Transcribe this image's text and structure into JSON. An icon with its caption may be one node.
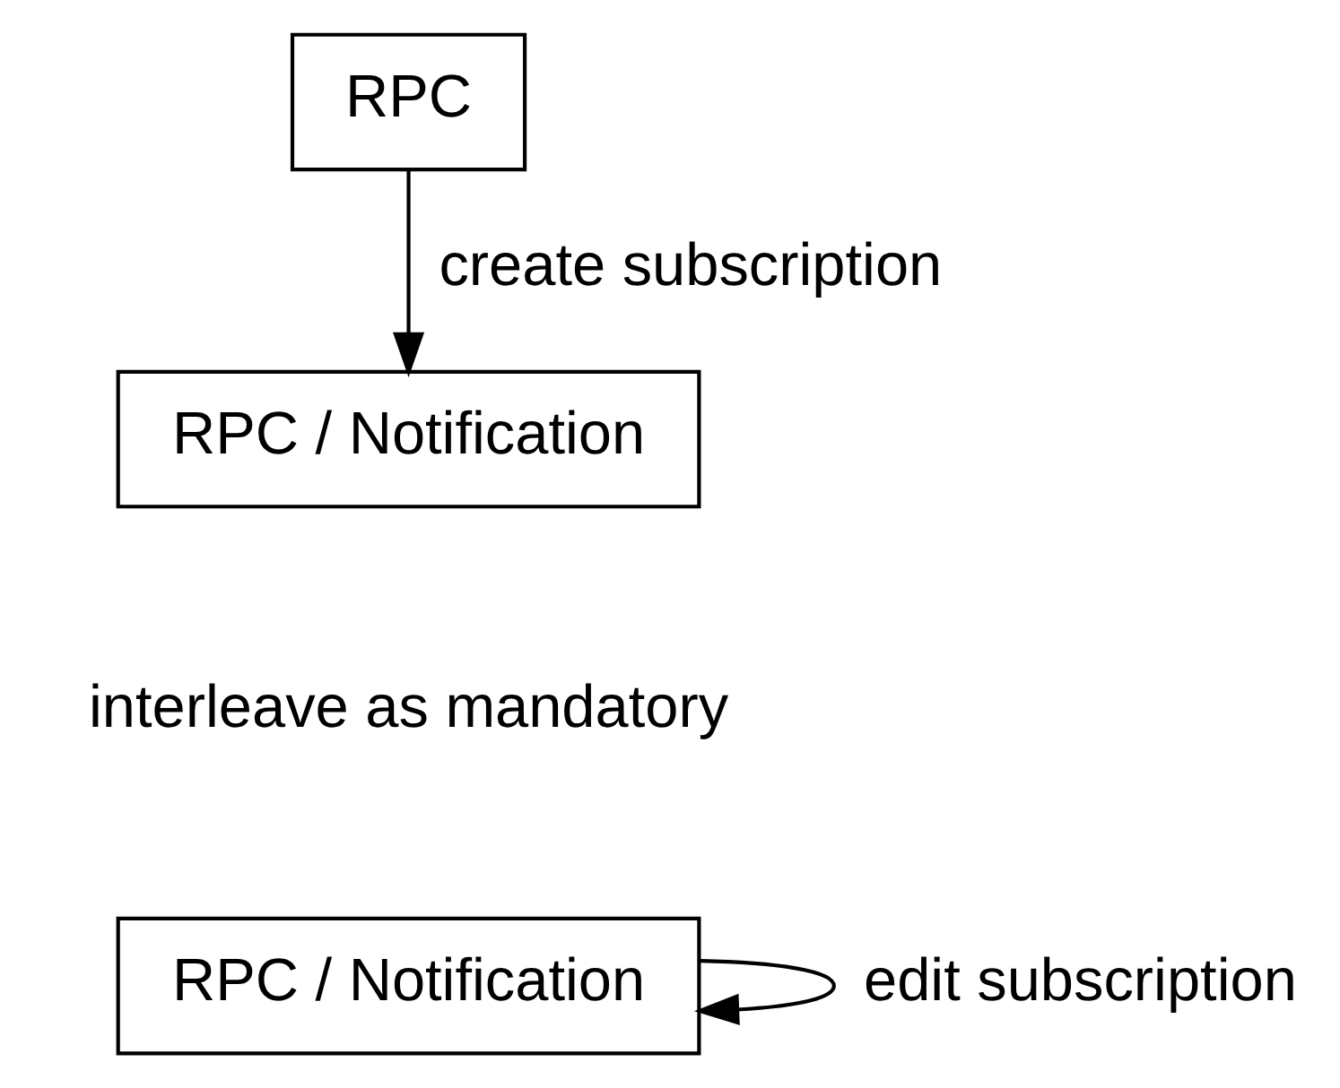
{
  "diagram": {
    "nodes": [
      {
        "text": [
          "RPC"
        ]
      },
      {
        "text": [
          "RPC / Notification"
        ]
      },
      {
        "text": [
          "RPC / Notification"
        ]
      }
    ],
    "edges": [
      {
        "from": 0,
        "to": 1,
        "arrow": "to",
        "label": "create subscription"
      },
      {
        "from": 2,
        "to": 2,
        "arrow": "to",
        "label": "edit subscription"
      }
    ],
    "labels": [
      "interleave as mandatory"
    ]
  }
}
